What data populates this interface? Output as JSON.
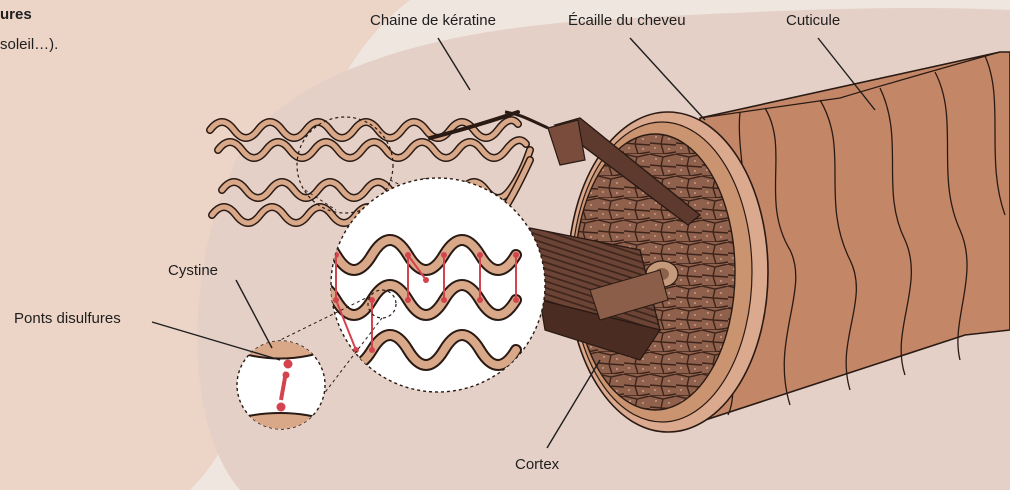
{
  "intro": {
    "title_fragment": "ures",
    "text_fragment": "soleil…)."
  },
  "labels": {
    "keratin_chain": "Chaine de kératine",
    "hair_scale": "Écaille du cheveu",
    "cuticle": "Cuticule",
    "cystine": "Cystine",
    "disulfide_bridges": "Ponts disulfures",
    "cortex": "Cortex"
  },
  "colors": {
    "page_background": "#efe6e0",
    "left_panel": "#ecd4c6",
    "backdrop_blob": "#e4d0c6",
    "hair_surface": "#c38767",
    "cuticle_layer": "#dba98e",
    "cortex_cells": "#8f604c",
    "medulla": "#5e3a2e",
    "fiber_strand": "#d9a889",
    "disulfide_bond": "#d4444e",
    "outline": "#2a1a14"
  }
}
